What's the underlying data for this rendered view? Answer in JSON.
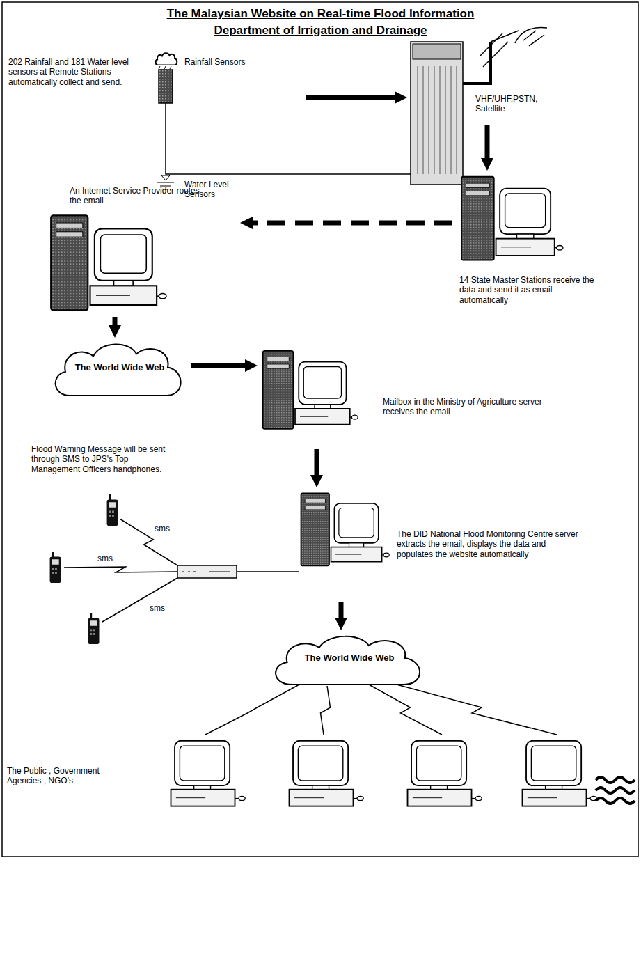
{
  "diagram": {
    "title": "The Malaysian Website on Real-time Flood Information",
    "nodes": [
      {
        "text": [
          "202 Rainfall and 181 Water level sensors at Remote Stations automatically collect and send.",
          "Rainfall Sensors",
          "Water Level Sensors"
        ]
      },
      {
        "text": [
          "VHF/UHF,PSTN, Satellite"
        ]
      },
      {
        "text": [
          "14 State Master Stations receive the data and send it as email automatically"
        ]
      },
      {
        "text": [
          "An Internet Service Provider routes the email"
        ]
      },
      {
        "text": [
          "The World Wide Web"
        ]
      },
      {
        "text": [
          "Mailbox in the Ministry of Agriculture server receives the email"
        ]
      },
      {
        "text": [
          "The DID National Flood Monitoring Centre server extracts the email, displays the data and populates the website automatically"
        ]
      },
      {
        "text": [
          "The World Wide Web"
        ]
      },
      {
        "text": [
          "The Public , Government Agencies , NGO's"
        ]
      }
    ],
    "edges": [
      {
        "from": 0,
        "to": 1,
        "arrow": "to"
      },
      {
        "from": 1,
        "to": 2,
        "arrow": "to"
      },
      {
        "from": 2,
        "to": 3,
        "arrow": "to"
      },
      {
        "from": 3,
        "to": 4,
        "arrow": "to"
      },
      {
        "from": 4,
        "to": 5,
        "arrow": "to"
      },
      {
        "from": 5,
        "to": 6,
        "arrow": "to"
      },
      {
        "from": 6,
        "to": 7,
        "arrow": "to"
      },
      {
        "from": 7,
        "to": 8,
        "arrow": "none"
      }
    ],
    "labels": [
      "Department of Irrigation and Drainage",
      "Flood Warning Message will be sent through SMS to JPS's Top Management Officers handphones.",
      "sms",
      "sms",
      "sms"
    ]
  }
}
